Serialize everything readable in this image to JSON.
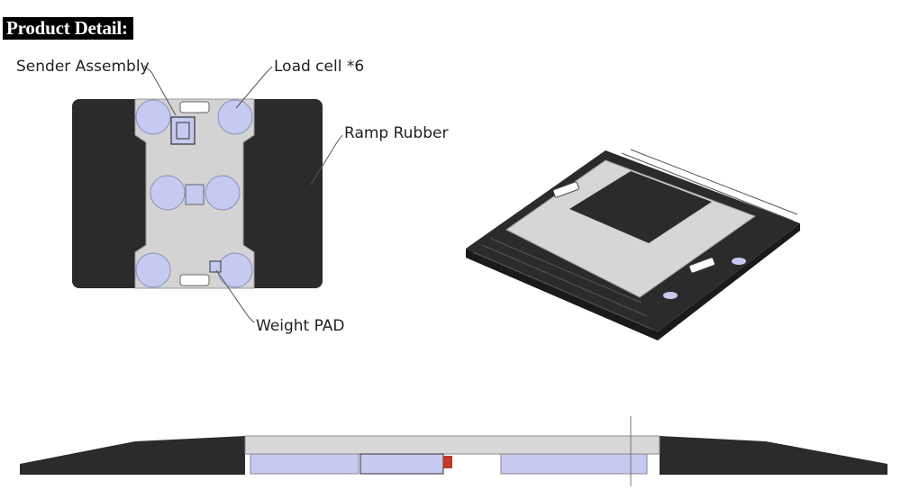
{
  "header": {
    "title": "Product Detail:"
  },
  "callouts": {
    "sender_assembly": "Sender Assembly",
    "load_cell": "Load cell *6",
    "ramp_rubber": "Ramp Rubber",
    "weight_pad": "Weight PAD"
  },
  "colors": {
    "rubber": "#2b2b2b",
    "plate": "#d3d3d3",
    "load_cell": "#c6c9f0",
    "accent_red": "#c0392b"
  }
}
